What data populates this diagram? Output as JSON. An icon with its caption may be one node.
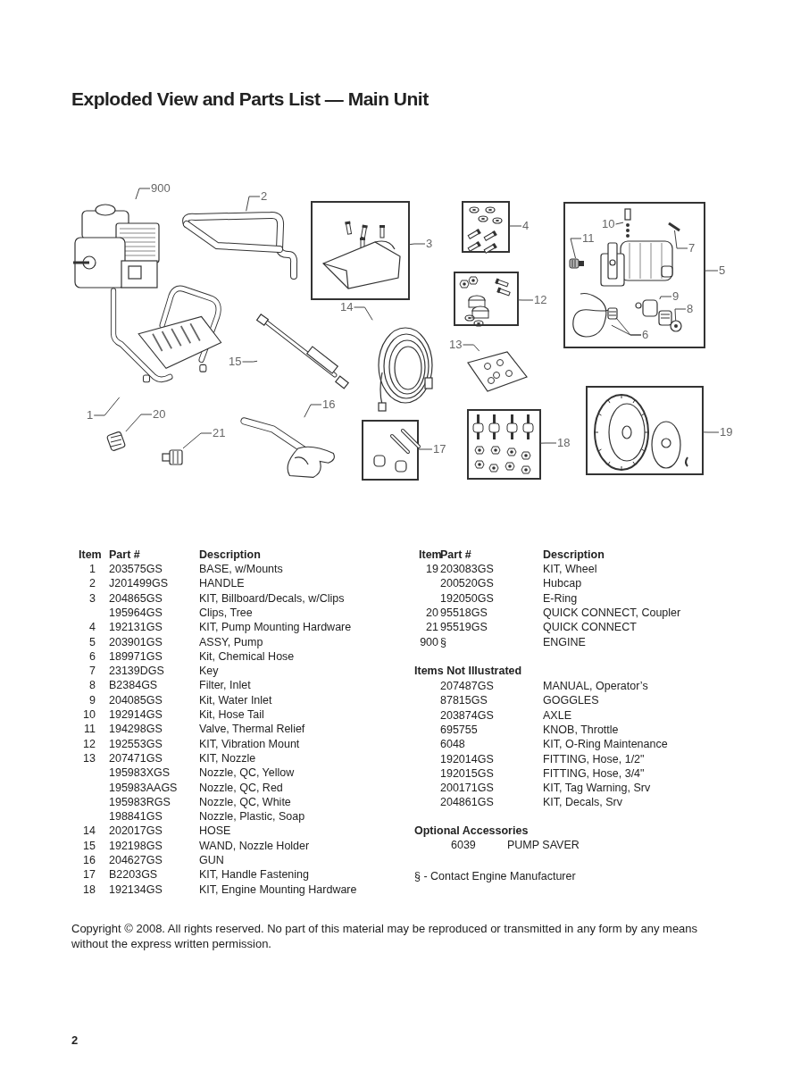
{
  "diagram": {
    "title": "Exploded View and Parts List — Main Unit",
    "nodes": [
      {
        "text": [
          "900"
        ]
      },
      {
        "text": [],
        "shape": "picture"
      },
      {
        "text": [
          "2"
        ]
      },
      {
        "text": [],
        "shape": "picture"
      },
      {
        "text": [],
        "shape": "box"
      },
      {
        "text": [
          "3"
        ]
      },
      {
        "text": [],
        "shape": "box"
      },
      {
        "text": [
          "4"
        ]
      },
      {
        "text": [],
        "shape": "box"
      },
      {
        "text": [
          "10"
        ],
        "in": 8
      },
      {
        "text": [],
        "shape": "picture",
        "in": 8
      },
      {
        "text": [
          "11"
        ],
        "in": 8
      },
      {
        "text": [],
        "shape": "picture",
        "in": 8
      },
      {
        "text": [],
        "shape": "picture",
        "in": 8
      },
      {
        "text": [
          "7"
        ],
        "in": 8
      },
      {
        "text": [
          "5"
        ]
      },
      {
        "text": [],
        "shape": "box"
      },
      {
        "text": [
          "12"
        ]
      },
      {
        "text": [
          "9"
        ],
        "in": 8
      },
      {
        "text": [],
        "shape": "picture",
        "in": 8
      },
      {
        "text": [
          "8"
        ],
        "in": 8
      },
      {
        "text": [],
        "shape": "picture",
        "in": 8
      },
      {
        "text": [],
        "shape": "picture",
        "in": 8
      },
      {
        "text": [],
        "shape": "picture",
        "in": 8
      },
      {
        "text": [
          "6"
        ],
        "in": 8
      },
      {
        "text": [
          "14"
        ]
      },
      {
        "text": [],
        "shape": "picture"
      },
      {
        "text": [
          "15"
        ]
      },
      {
        "text": [],
        "shape": "picture"
      },
      {
        "text": [],
        "shape": "picture"
      },
      {
        "text": [
          "1"
        ]
      },
      {
        "text": [
          "13"
        ]
      },
      {
        "text": [],
        "shape": "picture"
      },
      {
        "text": [
          "16"
        ]
      },
      {
        "text": [],
        "shape": "picture"
      },
      {
        "text": [
          "20"
        ]
      },
      {
        "text": [],
        "shape": "picture"
      },
      {
        "text": [
          "21"
        ]
      },
      {
        "text": [],
        "shape": "picture"
      },
      {
        "text": [],
        "shape": "box"
      },
      {
        "text": [
          "17"
        ]
      },
      {
        "text": [],
        "shape": "box"
      },
      {
        "text": [
          "18"
        ]
      },
      {
        "text": [],
        "shape": "box"
      },
      {
        "text": [
          "19"
        ]
      }
    ],
    "edges": [
      {
        "from": 0,
        "to": 1,
        "arrow": "none"
      },
      {
        "from": 2,
        "to": 3,
        "arrow": "none"
      },
      {
        "from": 5,
        "to": 4,
        "arrow": "none"
      },
      {
        "from": 7,
        "to": 6,
        "arrow": "none"
      },
      {
        "from": 9,
        "to": 10,
        "arrow": "none"
      },
      {
        "from": 11,
        "to": 12,
        "arrow": "none"
      },
      {
        "from": 14,
        "to": 13,
        "arrow": "none"
      },
      {
        "from": 15,
        "to": 8,
        "arrow": "none"
      },
      {
        "from": 17,
        "to": 16,
        "arrow": "none"
      },
      {
        "from": 18,
        "to": 19,
        "arrow": "none"
      },
      {
        "from": 20,
        "to": 21,
        "arrow": "none"
      },
      {
        "from": 24,
        "to": 22,
        "arrow": "none"
      },
      {
        "from": 24,
        "to": 23,
        "arrow": "none"
      },
      {
        "from": 25,
        "to": 26,
        "arrow": "none"
      },
      {
        "from": 27,
        "to": 28,
        "arrow": "none"
      },
      {
        "from": 30,
        "to": 29,
        "arrow": "none"
      },
      {
        "from": 31,
        "to": 32,
        "arrow": "none"
      },
      {
        "from": 33,
        "to": 34,
        "arrow": "none"
      },
      {
        "from": 35,
        "to": 36,
        "arrow": "none"
      },
      {
        "from": 37,
        "to": 38,
        "arrow": "none"
      },
      {
        "from": 40,
        "to": 39,
        "arrow": "none"
      },
      {
        "from": 42,
        "to": 41,
        "arrow": "none"
      },
      {
        "from": 44,
        "to": 43,
        "arrow": "none"
      }
    ],
    "labels": [
      "Item",
      "Part #",
      "Description",
      "1",
      "203575GS",
      "BASE, w/Mounts",
      "2",
      "J201499GS",
      "HANDLE",
      "3",
      "204865GS",
      "KIT, Billboard/Decals, w/Clips",
      "195964GS",
      "Clips, Tree",
      "4",
      "192131GS",
      "KIT, Pump Mounting Hardware",
      "5",
      "203901GS",
      "ASSY, Pump",
      "6",
      "189971GS",
      "Kit, Chemical Hose",
      "7",
      "23139DGS",
      "Key",
      "8",
      "B2384GS",
      "Filter, Inlet",
      "9",
      "204085GS",
      "Kit, Water Inlet",
      "10",
      "192914GS",
      "Kit, Hose Tail",
      "11",
      "194298GS",
      "Valve, Thermal Relief",
      "12",
      "192553GS",
      "KIT, Vibration Mount",
      "13",
      "207471GS",
      "KIT, Nozzle",
      "195983XGS",
      "Nozzle, QC, Yellow",
      "195983AAGS",
      "Nozzle, QC, Red",
      "195983RGS",
      "Nozzle, QC, White",
      "198841GS",
      "Nozzle, Plastic, Soap",
      "14",
      "202017GS",
      "HOSE",
      "15",
      "192198GS",
      "WAND, Nozzle Holder",
      "16",
      "204627GS",
      "GUN",
      "17",
      "B2203GS",
      "KIT, Handle Fastening",
      "18",
      "192134GS",
      "KIT, Engine Mounting Hardware",
      "Item",
      "Part #",
      "Description",
      "19",
      "203083GS",
      "KIT, Wheel",
      "200520GS",
      "Hubcap",
      "192050GS",
      "E-Ring",
      "20",
      "95518GS",
      "QUICK CONNECT, Coupler",
      "21",
      "95519GS",
      "QUICK CONNECT",
      "900",
      "§",
      "ENGINE",
      "Items Not Illustrated",
      "207487GS",
      "MANUAL, Operator’s",
      "87815GS",
      "GOGGLES",
      "203874GS",
      "AXLE",
      "695755",
      "KNOB, Throttle",
      "6048",
      "KIT, O-Ring Maintenance",
      "192014GS",
      "FITTING, Hose, 1/2\"",
      "192015GS",
      "FITTING, Hose, 3/4\"",
      "200171GS",
      "KIT, Tag Warning, Srv",
      "204861GS",
      "KIT, Decals, Srv",
      "Optional Accessories",
      "6039",
      "PUMP SAVER",
      "§ - Contact Engine Manufacturer",
      "Copyright © 2008. All rights reserved. No part of this material may be reproduced or transmitted in any form by any means without the express written permission.",
      "2"
    ]
  }
}
